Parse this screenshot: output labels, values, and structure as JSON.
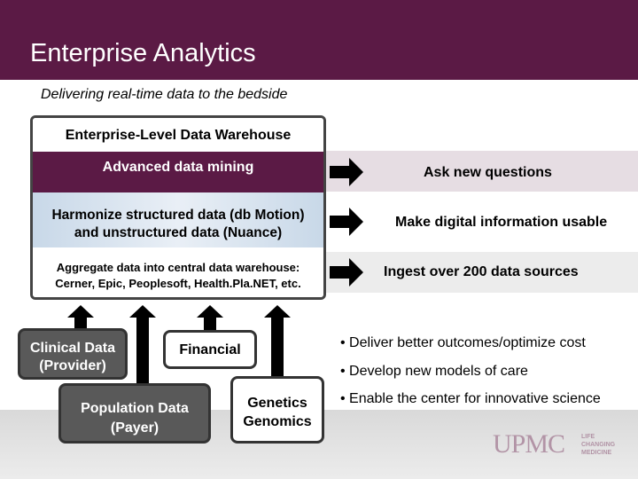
{
  "header": {
    "title": "Enterprise Analytics"
  },
  "subtitle": "Delivering real-time data to the bedside",
  "warehouse": {
    "heading": "Enterprise-Level Data Warehouse",
    "mining": "Advanced data mining",
    "harmonize_1": "Harmonize structured data (db Motion)",
    "harmonize_2": "and unstructured data (Nuance)",
    "aggregate_1": "Aggregate data into central data warehouse:",
    "aggregate_2": "Cerner, Epic, Peoplesoft, Health.Pla.NET, etc."
  },
  "outcomes": [
    "Ask new questions",
    "Make digital information usable",
    "Ingest over 200 data sources"
  ],
  "sources": {
    "clinical_1": "Clinical Data",
    "clinical_2": "(Provider)",
    "financial": "Financial",
    "population_1": "Population Data",
    "population_2": "(Payer)",
    "genetics_1": "Genetics",
    "genetics_2": "Genomics"
  },
  "bullets": [
    "Deliver better outcomes/optimize cost",
    "Develop new models of care",
    "Enable the center for innovative science"
  ],
  "logo": {
    "main": "UPMC",
    "tag_1": "LIFE",
    "tag_2": "CHANGING",
    "tag_3": "MEDICINE"
  },
  "colors": {
    "brand": "#5b1a45",
    "box_dark": "#595959",
    "band_light": "#e6dde3"
  }
}
